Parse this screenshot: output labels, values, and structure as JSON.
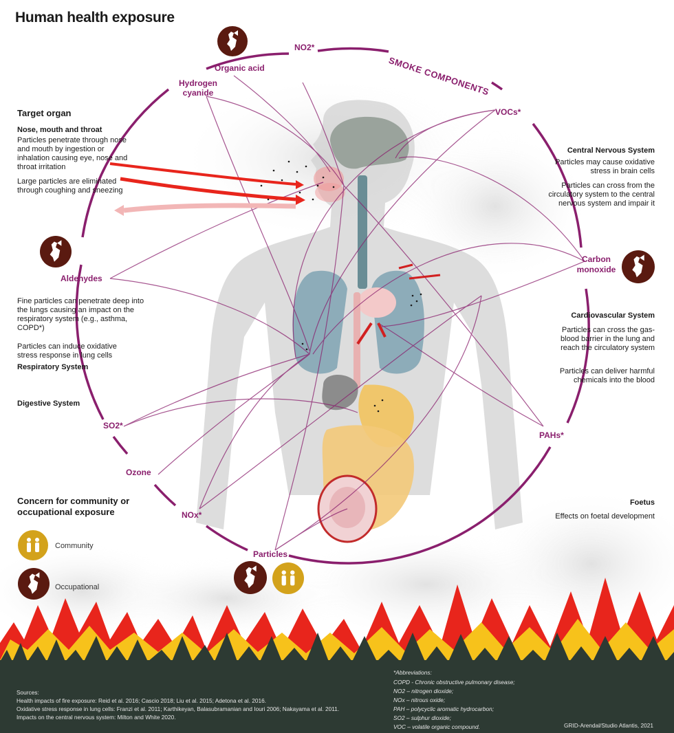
{
  "title": "Human health exposure",
  "ring": {
    "label": "SMOKE COMPONENTS"
  },
  "components": {
    "no2": "NO2*",
    "organic_acid": "Organic acid",
    "hydrogen_cyanide": "Hydrogen cyanide",
    "vocs": "VOCs*",
    "aldehydes": "Aldehydes",
    "carbon_monoxide": "Carbon monoxide",
    "so2": "SO2*",
    "ozone": "Ozone",
    "nox": "NOx*",
    "particles": "Particles",
    "pahs": "PAHs*"
  },
  "left": {
    "target_organ": "Target organ",
    "nose_heading": "Nose, mouth and throat",
    "nose_p1": "Particles penetrate through nose and mouth by ingestion or inhalation causing eye, nose and throat irritation",
    "nose_p2": "Large particles are eliminated through coughing and sneezing",
    "lung_p1": "Fine particles can penetrate deep into the lungs causing an impact on the respiratory system (e.g., asthma, COPD*)",
    "lung_p2": "Particles can induce oxidative stress response in lung cells",
    "respiratory": "Respiratory System",
    "digestive": "Digestive System"
  },
  "right": {
    "cns": "Central Nervous System",
    "cns_p1": "Particles may cause oxidative stress in brain cells",
    "cns_p2": "Particles can cross from the circulatory system to the central nervous system and impair it",
    "cardio": "Cardiovascular System",
    "cardio_p1": "Particles can cross the gas-blood barrier in the lung and reach the circulatory system",
    "cardio_p2": "Particles can deliver harmful chemicals into the blood",
    "foetus": "Foetus",
    "foetus_p": "Effects on foetal development"
  },
  "legend": {
    "heading": "Concern for community or occupational exposure",
    "community": "Community",
    "occupational": "Occupational"
  },
  "footer": {
    "sources_title": "Sources:",
    "s1": "Health impacts of fire exposure: Reid et al. 2016; Cascio 2018; Liu et al. 2015; Adetona et al. 2016.",
    "s2": "Oxidative stress response in lung cells: Franzi et al. 2011; Karthikeyan, Balasubramanian and Iouri 2006; Nakayama et al. 2011.",
    "s3": "Impacts on the central nervous system: Milton and White 2020.",
    "abbr_title": "*Abbreviations:",
    "a1": "COPD - Chronic obstructive pulmonary disease;",
    "a2": "NO2 – nitrogen dioxide;",
    "a3": "NOx – nitrous oxide;",
    "a4": "PAH – polycyclic aromatic hydrocarbon;",
    "a5": "SO2 – sulphur dioxide;",
    "a6": "VOC – volatile organic compound.",
    "credit": "GRID-Arendal/Studio Atlantis, 2021"
  },
  "colors": {
    "ring": "#8a1f6d",
    "fire_red": "#e8251c",
    "fire_yellow": "#f7c21b",
    "ground": "#2d3a33",
    "icon_dark": "#5a1a10",
    "icon_gold": "#d3a21b"
  },
  "icons": [
    "occupational-firefighter-icon",
    "community-people-icon"
  ]
}
